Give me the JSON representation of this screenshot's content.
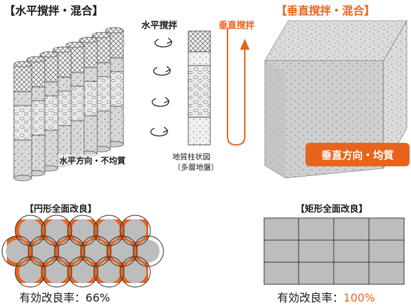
{
  "diagram": {
    "left_title": "【水平撹拌・混合】",
    "right_title": "【垂直撹拌・混合】",
    "horizontal_label": "水平撹拌",
    "vertical_label": "垂直撹拌",
    "column_caption_line1": "地質柱状図",
    "column_caption_line2": "（多層地盤）",
    "nonuniform_label": "水平方向・不均質",
    "uniform_badge": "垂直方向・均質",
    "circle_section": "【円形全面改良】",
    "rect_section": "【矩形全面改良】",
    "rate_prefix": "有効改良率：",
    "circle_rate": "66%",
    "rect_rate": "100%",
    "colors": {
      "accent": "#e8641c",
      "gray_fill": "#bdbdbd",
      "dark_line": "#333333"
    }
  }
}
